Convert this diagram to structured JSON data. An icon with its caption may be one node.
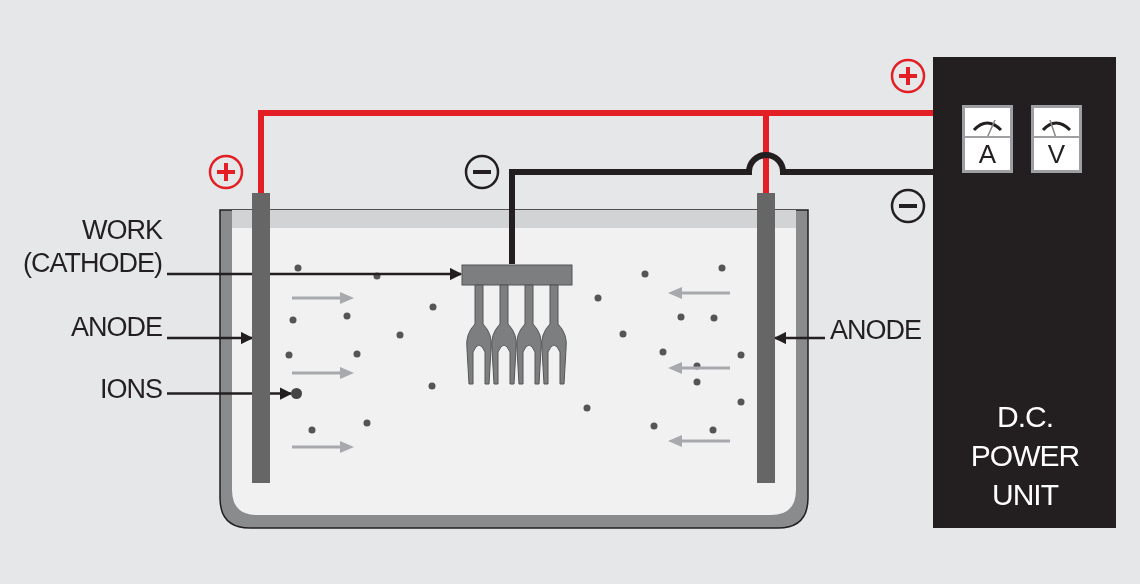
{
  "diagram": {
    "nodes": [
      {
        "text": [
          "WORK (CATHODE)"
        ]
      },
      {
        "text": [],
        "shape": "picture"
      },
      {
        "text": [
          "ANODE"
        ]
      },
      {
        "text": [],
        "shape": "bar"
      },
      {
        "text": [
          "IONS"
        ]
      },
      {
        "text": [],
        "shape": "circle"
      },
      {
        "text": [
          "ANODE"
        ]
      },
      {
        "text": [],
        "shape": "bar"
      },
      {
        "text": [
          "D.C. POWER UNIT"
        ]
      },
      {
        "text": [
          "A"
        ],
        "in": 8
      },
      {
        "text": [
          "V"
        ],
        "in": 8
      }
    ],
    "edges": [
      {
        "from": 0,
        "to": 1,
        "arrow": "to"
      },
      {
        "from": 2,
        "to": 3,
        "arrow": "to"
      },
      {
        "from": 4,
        "to": 5,
        "arrow": "to"
      },
      {
        "from": 6,
        "to": 7,
        "arrow": "to"
      },
      {
        "from": 8,
        "to": 3,
        "arrow": "none",
        "style": "thick",
        "color": "#e31e24"
      },
      {
        "from": 8,
        "to": 7,
        "arrow": "none",
        "style": "thick",
        "color": "#e31e24"
      },
      {
        "from": 8,
        "to": 1,
        "arrow": "none",
        "style": "thick"
      }
    ]
  }
}
